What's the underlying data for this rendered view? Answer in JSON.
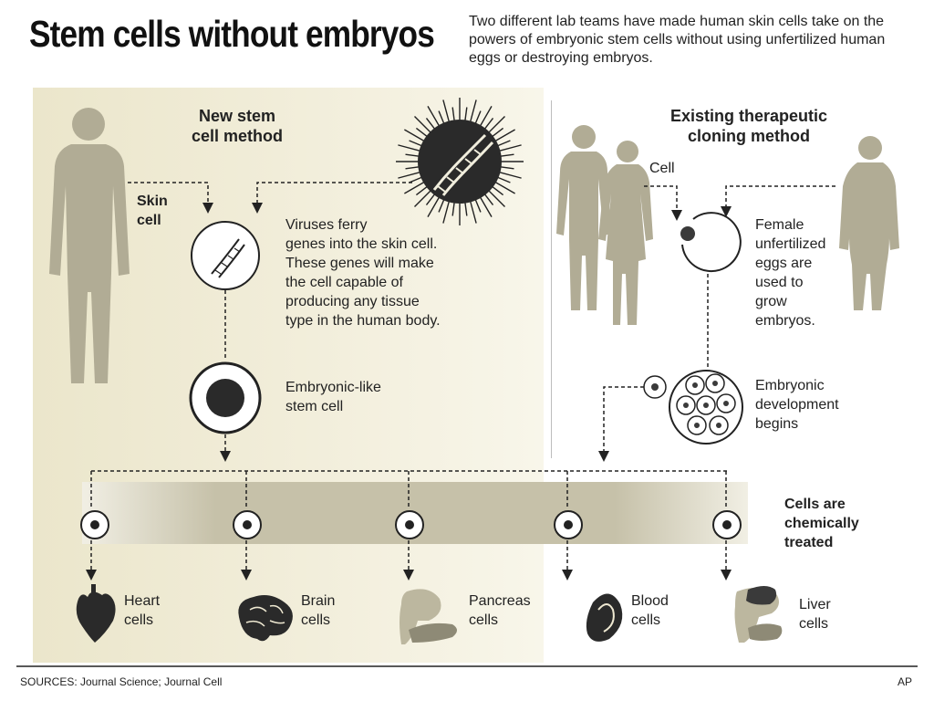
{
  "title": "Stem cells without embryos",
  "intro": "Two different lab teams have made human skin cells take on the powers of embryonic stem cells without using unfertilized human eggs or destroying embryos.",
  "new_method": {
    "heading": [
      "New stem",
      "cell method"
    ],
    "skin_cell_label": [
      "Skin",
      "cell"
    ],
    "virus_text": [
      "Viruses ferry",
      "genes into the skin cell.",
      "These genes will make",
      "the cell capable of",
      "producing any tissue",
      "type in the human body."
    ],
    "stem_cell_label": [
      "Embryonic-like",
      "stem cell"
    ]
  },
  "cloning_method": {
    "heading": [
      "Existing therapeutic",
      "cloning method"
    ],
    "cell_label": "Cell",
    "eggs_text": [
      "Female",
      "unfertilized",
      "eggs are",
      "used to",
      "grow",
      "embryos."
    ],
    "development_text": [
      "Embryonic",
      "development",
      "begins"
    ]
  },
  "treatment_label": [
    "Cells are",
    "chemically",
    "treated"
  ],
  "outcomes": [
    {
      "label": [
        "Heart",
        "cells"
      ],
      "icon": "heart-icon"
    },
    {
      "label": [
        "Brain",
        "cells"
      ],
      "icon": "brain-icon"
    },
    {
      "label": [
        "Pancreas",
        "cells"
      ],
      "icon": "pancreas-icon"
    },
    {
      "label": [
        "Blood",
        "cells"
      ],
      "icon": "blood-cell-icon"
    },
    {
      "label": [
        "Liver",
        "cells"
      ],
      "icon": "liver-icon"
    }
  ],
  "sources": "SOURCES: Journal Science; Journal Cell",
  "credit": "AP",
  "colors": {
    "panel": "#efe9d2",
    "silhouette": "#b1ac95",
    "ink": "#222222",
    "band": "#c9c4ab"
  }
}
